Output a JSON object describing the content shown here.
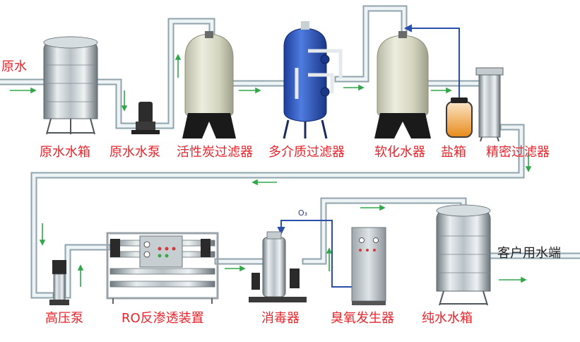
{
  "diagram": {
    "inlet_label": "原水",
    "outlet_label": "客户用水端",
    "ozone_label": "O₃",
    "equipment": [
      {
        "id": "raw-water-tank",
        "label": "原水水箱"
      },
      {
        "id": "raw-water-pump",
        "label": "原水水泵"
      },
      {
        "id": "activated-carbon-filter",
        "label": "活性炭过滤器"
      },
      {
        "id": "multimedia-filter",
        "label": "多介质过滤器"
      },
      {
        "id": "softener",
        "label": "软化水器"
      },
      {
        "id": "salt-tank",
        "label": "盐箱"
      },
      {
        "id": "precision-filter",
        "label": "精密过滤器"
      },
      {
        "id": "high-pressure-pump",
        "label": "高压泵"
      },
      {
        "id": "ro-unit",
        "label": "RO反渗透装置"
      },
      {
        "id": "disinfector",
        "label": "消毒器"
      },
      {
        "id": "ozone-generator",
        "label": "臭氧发生器"
      },
      {
        "id": "pure-water-tank",
        "label": "纯水水箱"
      }
    ],
    "colors": {
      "label": "#e8242c",
      "pipe": "#dde6ea",
      "pipe_edge": "#8fa3ad",
      "flow_arrow": "#2fa84a",
      "ozone_line": "#2a4fa8",
      "tank_gray": "#a8b0b5"
    }
  }
}
